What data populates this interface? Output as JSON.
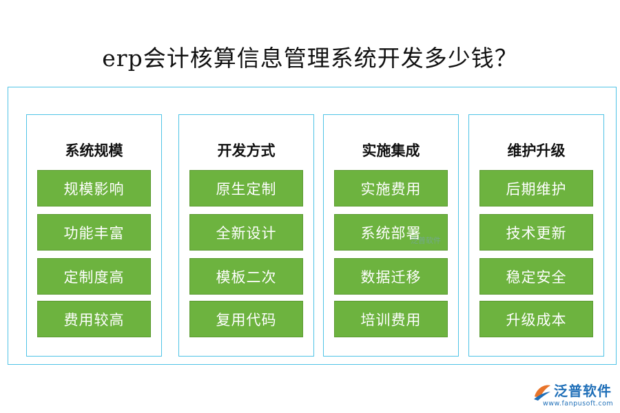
{
  "title": "erp会计核算信息管理系统开发多少钱？",
  "columns": [
    {
      "title": "系统规模",
      "items": [
        "规模影响",
        "功能丰富",
        "定制度高",
        "费用较高"
      ]
    },
    {
      "title": "开发方式",
      "items": [
        "原生定制",
        "全新设计",
        "模板二次",
        "复用代码"
      ]
    },
    {
      "title": "实施集成",
      "items": [
        "实施费用",
        "系统部署",
        "数据迁移",
        "培训费用"
      ]
    },
    {
      "title": "维护升级",
      "items": [
        "后期维护",
        "技术更新",
        "稳定安全",
        "升级成本"
      ]
    }
  ],
  "watermark": "泛普软件",
  "logo": {
    "name": "泛普软件",
    "url": "www.fanpusoft.com",
    "icon": "fanpu-logo-icon"
  },
  "colors": {
    "frame": "#4fc3e6",
    "item_fill": "#6db33f",
    "item_text": "#ffffff",
    "brand": "#1f6fb8"
  }
}
